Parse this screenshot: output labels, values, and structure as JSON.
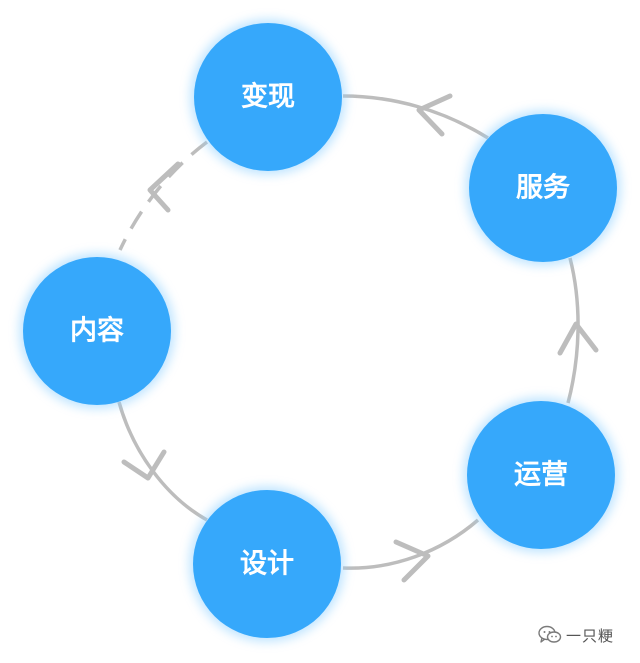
{
  "colors": {
    "node_fill": "#36a8fb",
    "node_glow": "#8fd0ff",
    "connector": "#bdbdbd",
    "label": "#ffffff"
  },
  "nodes": [
    {
      "id": "bianxian",
      "label": "变现"
    },
    {
      "id": "fuwu",
      "label": "服务"
    },
    {
      "id": "yunying",
      "label": "运营"
    },
    {
      "id": "sheji",
      "label": "设计"
    },
    {
      "id": "neirong",
      "label": "内容"
    }
  ],
  "edges": [
    {
      "from": "neirong",
      "to": "sheji",
      "style": "solid"
    },
    {
      "from": "sheji",
      "to": "yunying",
      "style": "solid"
    },
    {
      "from": "yunying",
      "to": "fuwu",
      "style": "solid"
    },
    {
      "from": "fuwu",
      "to": "bianxian",
      "style": "solid"
    },
    {
      "from": "bianxian",
      "to": "neirong",
      "style": "dashed"
    }
  ],
  "watermark": {
    "icon": "wechat-icon",
    "text": "一只粳"
  }
}
